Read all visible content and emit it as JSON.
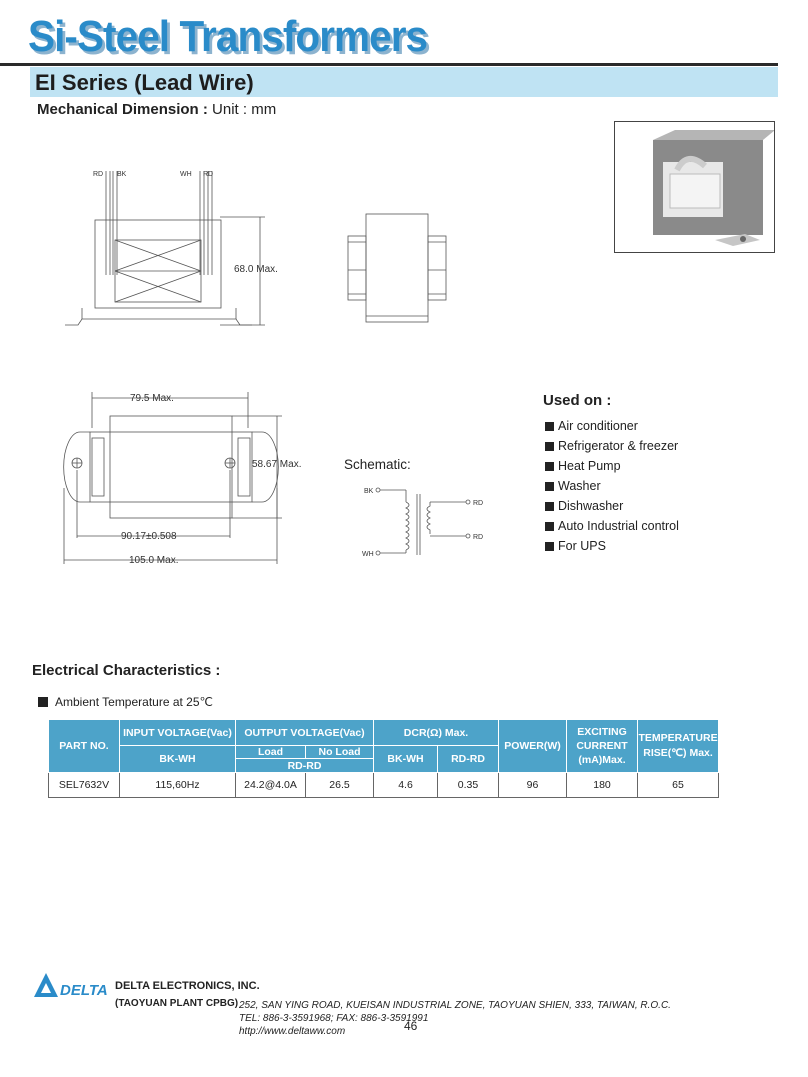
{
  "header": {
    "title": "Si-Steel Transformers",
    "series": "EI Series (Lead Wire)",
    "mech_label": "Mechanical Dimension :",
    "mech_unit": "Unit : mm"
  },
  "drawing": {
    "leads": {
      "rd1": "RD",
      "bk": "BK",
      "wh": "WH",
      "rd2": "RD"
    },
    "height_dim": "68.0 Max.",
    "width_dim": "79.5 Max.",
    "depth_dim": "58.67 Max.",
    "hole_dim": "90.17±0.508",
    "overall_dim": "105.0 Max."
  },
  "schematic": {
    "label": "Schematic:",
    "bk": "BK",
    "wh": "WH",
    "rd_top": "RD",
    "rd_bottom": "RD"
  },
  "used_on": {
    "title": "Used on :",
    "items": [
      "Air conditioner",
      "Refrigerator & freezer",
      "Heat Pump",
      "Washer",
      "Dishwasher",
      "Auto Industrial control",
      "For UPS"
    ]
  },
  "electrical": {
    "title": "Electrical Characteristics :",
    "ambient": "Ambient Temperature at 25℃",
    "headers": {
      "part_no": "PART NO.",
      "input_voltage": "INPUT VOLTAGE(Vac)",
      "bk_wh": "BK-WH",
      "output_voltage": "OUTPUT VOLTAGE(Vac)",
      "load": "Load",
      "no_load": "No Load",
      "rd_rd": "RD-RD",
      "dcr": "DCR(Ω) Max.",
      "dcr_bk_wh": "BK-WH",
      "dcr_rd_rd": "RD-RD",
      "power": "POWER(W)",
      "exciting": "EXCITING CURRENT (mA)Max.",
      "temperature": "TEMPERATURE RISE(℃) Max."
    },
    "row": {
      "part_no": "SEL7632V",
      "input": "115,60Hz",
      "load": "24.2@4.0A",
      "no_load": "26.5",
      "dcr_bk_wh": "4.6",
      "dcr_rd_rd": "0.35",
      "power": "96",
      "exciting": "180",
      "temperature": "65"
    }
  },
  "footer": {
    "logo_text": "DELTA",
    "company": "DELTA ELECTRONICS, INC.",
    "plant": "(TAOYUAN PLANT CPBG)",
    "address": "252, SAN YING ROAD, KUEISAN INDUSTRIAL ZONE, TAOYUAN SHIEN, 333, TAIWAN, R.O.C.",
    "phone": "TEL: 886-3-3591968; FAX: 886-3-3591991",
    "url": "http://www.deltaww.com",
    "page": "46"
  },
  "colors": {
    "title_blue": "#2a8bc9",
    "series_bar": "#bfe3f3",
    "table_header": "#4da3c9",
    "logo_blue": "#2a8bc9"
  }
}
